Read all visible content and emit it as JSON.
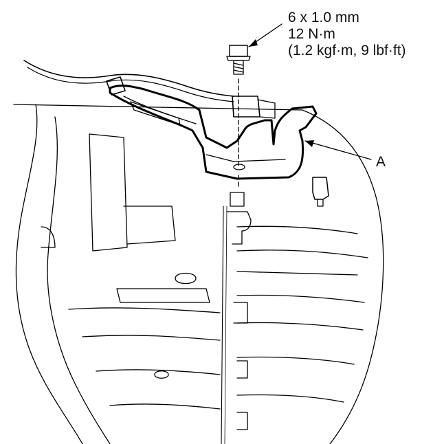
{
  "torque_spec": {
    "bolt_size": "6 x 1.0 mm",
    "torque_nm": "12 N·m",
    "torque_alt": "(1.2 kgf·m, 9 lbf·ft)"
  },
  "callouts": {
    "bracket_label": "A"
  },
  "colors": {
    "line": "#000000",
    "background": "#ffffff",
    "shade": "#d9d9d9"
  }
}
